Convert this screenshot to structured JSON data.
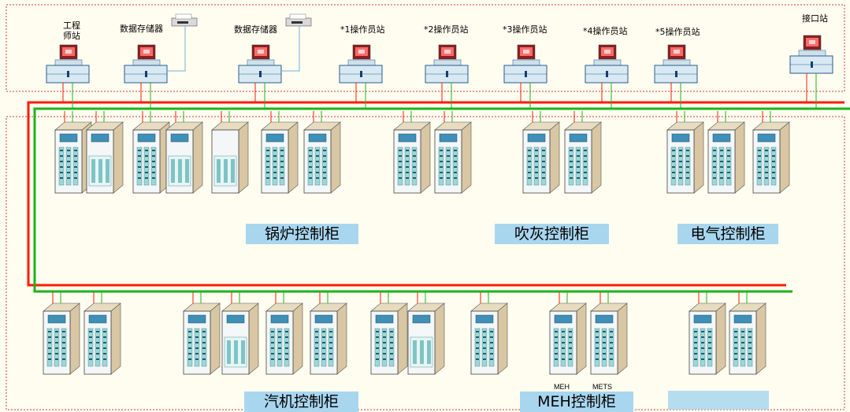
{
  "stations": [
    {
      "label": "工程\n师站",
      "type": "pc"
    },
    {
      "label": "数据存储器",
      "type": "pc-printer"
    },
    {
      "label": "数据存储器",
      "type": "pc-printer"
    },
    {
      "label": "*1操作员站",
      "type": "pc"
    },
    {
      "label": "*2操作员站",
      "type": "pc"
    },
    {
      "label": "*3操作员站",
      "type": "pc"
    },
    {
      "label": "*4操作员站",
      "type": "pc"
    },
    {
      "label": "*5操作员站",
      "type": "pc"
    },
    {
      "label": "接口站",
      "type": "pc"
    }
  ],
  "group_labels": {
    "boiler": "锅炉控制柜",
    "soot": "吹灰控制柜",
    "electric": "电气控制柜",
    "turbine": "汽机控制柜",
    "meh": "MEH控制柜"
  },
  "cabinet_labels": {
    "meh": "MEH",
    "mets": "METS"
  },
  "colors": {
    "red_bus": "#ff1a00",
    "green_bus": "#1db31d",
    "cabinet_front": "#f4f7f7",
    "cabinet_side": "#d9c7a3",
    "tag_bg": "#a9d6ef"
  }
}
